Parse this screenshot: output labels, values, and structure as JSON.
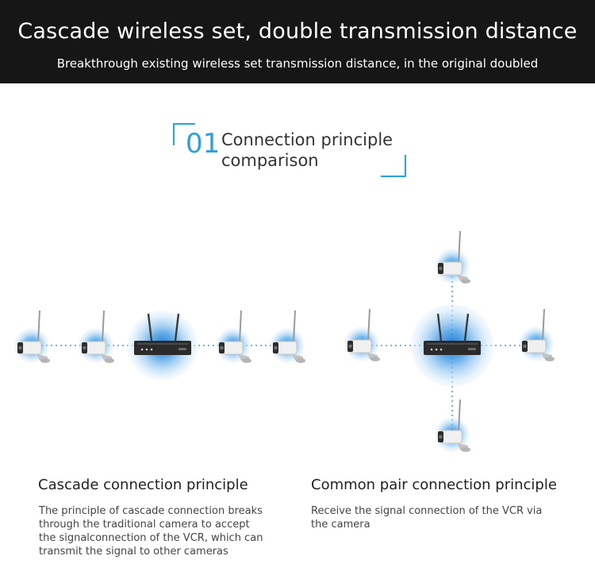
{
  "header": {
    "title": "Cascade wireless set, double transmission distance",
    "subtitle": "Breakthrough existing wireless set transmission distance, in the original doubled"
  },
  "section_heading": {
    "number": "01",
    "text": "Connection principle\ncomparison"
  },
  "cascade": {
    "title": "Cascade connection principle",
    "description": "The principle of cascade connection breaks through the traditional camera to accept the signalconnection of the VCR, which can transmit the signal to other cameras"
  },
  "common_pair": {
    "title": "Common pair connection principle",
    "description": "Receive the signal connection of the VCR via the camera"
  },
  "colors": {
    "accent": "#2aa0dc",
    "banner": "#161616",
    "glow": "#3a8fd6"
  },
  "icons": [
    "camera-icon",
    "nvr-recorder-icon",
    "signal-glow-icon"
  ]
}
